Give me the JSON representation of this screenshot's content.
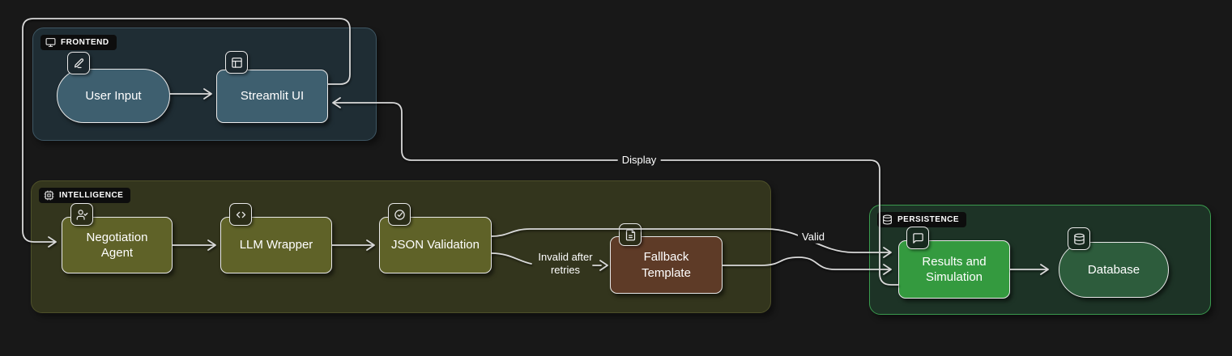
{
  "colors": {
    "page_bg": "#181818",
    "edge_line": "#d9d9d9",
    "node_border": "#e9e9e9",
    "text": "#ffffff",
    "frontend_bg": "#1f2d34",
    "frontend_border": "#3e5663",
    "frontend_node": "#3e5f6f",
    "intelligence_bg": "#33351d",
    "intelligence_border": "#4e5029",
    "intelligence_node": "#5f6228",
    "fallback_node": "#5e3b27",
    "persistence_bg": "#1d3326",
    "persistence_border": "#3a9a4e",
    "results_node": "#349a3f",
    "database_node": "#2d5c3c",
    "badge_bg": "#0d0d0d"
  },
  "groups": {
    "frontend": {
      "label": "FRONTEND",
      "icon": "monitor-icon"
    },
    "intelligence": {
      "label": "INTELLIGENCE",
      "icon": "cpu-icon"
    },
    "persistence": {
      "label": "PERSISTENCE",
      "icon": "database-icon"
    }
  },
  "nodes": {
    "user_input": {
      "label": "User Input",
      "icon": "pencil-icon",
      "shape": "stadium",
      "group": "frontend"
    },
    "streamlit_ui": {
      "label": "Streamlit UI",
      "icon": "layout-icon",
      "shape": "rectangle",
      "group": "frontend"
    },
    "negotiation_agent": {
      "label": "Negotiation Agent",
      "icon": "user-check-icon",
      "shape": "rectangle",
      "group": "intelligence"
    },
    "llm_wrapper": {
      "label": "LLM Wrapper",
      "icon": "code-icon",
      "shape": "rectangle",
      "group": "intelligence"
    },
    "json_validation": {
      "label": "JSON Validation",
      "icon": "check-circle-icon",
      "shape": "rectangle",
      "group": "intelligence"
    },
    "fallback_template": {
      "label": "Fallback Template",
      "icon": "file-text-icon",
      "shape": "rectangle",
      "group": "intelligence"
    },
    "results_simulation": {
      "label": "Results and Simulation",
      "icon": "message-icon",
      "shape": "rectangle",
      "group": "persistence"
    },
    "database": {
      "label": "Database",
      "icon": "database-icon",
      "shape": "stadium",
      "group": "persistence"
    }
  },
  "edges": [
    {
      "from": "user_input",
      "to": "streamlit_ui",
      "label": ""
    },
    {
      "from": "streamlit_ui",
      "to": "negotiation_agent",
      "label": ""
    },
    {
      "from": "negotiation_agent",
      "to": "llm_wrapper",
      "label": ""
    },
    {
      "from": "llm_wrapper",
      "to": "json_validation",
      "label": ""
    },
    {
      "from": "json_validation",
      "to": "results_simulation",
      "label": "Valid"
    },
    {
      "from": "json_validation",
      "to": "fallback_template",
      "label": "Invalid after retries"
    },
    {
      "from": "fallback_template",
      "to": "results_simulation",
      "label": ""
    },
    {
      "from": "results_simulation",
      "to": "streamlit_ui",
      "label": "Display"
    },
    {
      "from": "results_simulation",
      "to": "database",
      "label": ""
    }
  ]
}
